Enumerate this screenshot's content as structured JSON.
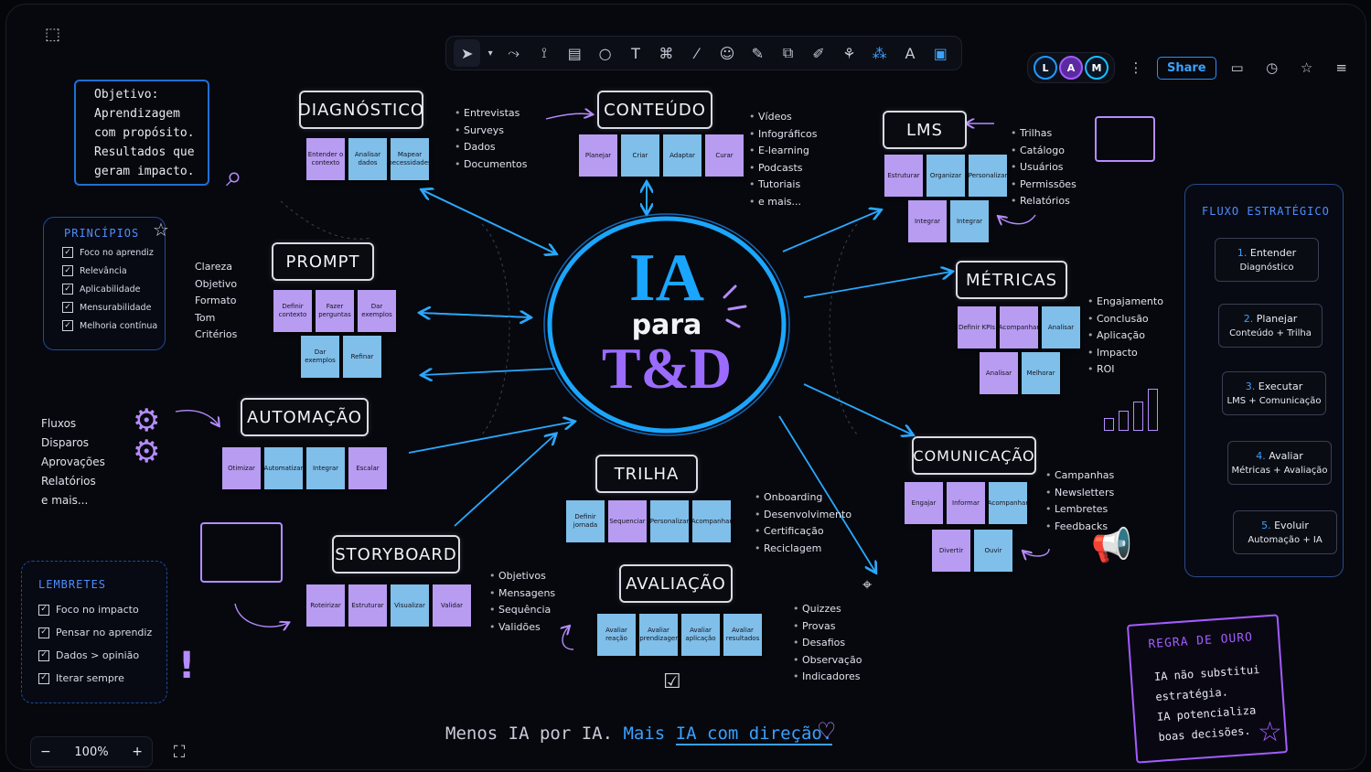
{
  "toolbar": {
    "tools": [
      "select",
      "lasso",
      "connector",
      "note",
      "circle",
      "text",
      "shapes",
      "line",
      "emoji",
      "pen",
      "frame",
      "pencil",
      "mindmap",
      "graph",
      "font",
      "image"
    ]
  },
  "topbar": {
    "avatars": [
      {
        "letter": "L",
        "color": "#1e9bff"
      },
      {
        "letter": "A",
        "color": "#a35cff"
      },
      {
        "letter": "M",
        "color": "#19c0ff"
      }
    ],
    "share_label": "Share"
  },
  "objective": {
    "lines": [
      "Objetivo:",
      "Aprendizagem",
      "com propósito.",
      "Resultados que",
      "geram impacto."
    ]
  },
  "principios": {
    "title": "PRINCÍPIOS",
    "items": [
      "Foco no aprendiz",
      "Relevância",
      "Aplicabilidade",
      "Mensurabilidade",
      "Melhoria contínua"
    ]
  },
  "lembretes": {
    "title": "LEMBRETES",
    "items": [
      "Foco no impacto",
      "Pensar no aprendiz",
      "Dados > opinião",
      "Iterar sempre"
    ]
  },
  "center": {
    "line1": "IA",
    "line2": "para",
    "line3": "T&D"
  },
  "diagnostico": {
    "title": "DIAGNÓSTICO",
    "notes": [
      "Entender o contexto",
      "Analisar dados",
      "Mapear necessidades"
    ],
    "list": [
      "Entrevistas",
      "Surveys",
      "Dados",
      "Documentos"
    ]
  },
  "conteudo": {
    "title": "CONTEÚDO",
    "notes": [
      "Planejar",
      "Criar",
      "Adaptar",
      "Curar"
    ],
    "list": [
      "Vídeos",
      "Infográficos",
      "E-learning",
      "Podcasts",
      "Tutoriais",
      "e mais..."
    ]
  },
  "lms": {
    "title": "LMS",
    "notes": [
      "Estruturar",
      "Organizar",
      "Personalizar",
      "Integrar",
      "Integrar"
    ],
    "list": [
      "Trilhas",
      "Catálogo",
      "Usuários",
      "Permissões",
      "Relatórios"
    ]
  },
  "prompt": {
    "title": "PROMPT",
    "notes": [
      "Definir contexto",
      "Fazer perguntas",
      "Dar exemplos",
      "Dar exemplos",
      "Refinar"
    ],
    "list": [
      "Clareza",
      "Objetivo",
      "Formato",
      "Tom",
      "Critérios"
    ]
  },
  "metricas": {
    "title": "MÉTRICAS",
    "notes": [
      "Definir KPIs",
      "Acompanhar",
      "Analisar",
      "Analisar",
      "Melhorar"
    ],
    "list": [
      "Engajamento",
      "Conclusão",
      "Aplicação",
      "Impacto",
      "ROI"
    ]
  },
  "automacao": {
    "title": "AUTOMAÇÃO",
    "notes": [
      "Otimizar",
      "Automatizar",
      "Integrar",
      "Escalar"
    ],
    "list": [
      "Fluxos",
      "Disparos",
      "Aprovações",
      "Relatórios",
      "e mais..."
    ]
  },
  "comunicacao": {
    "title": "COMUNICAÇÃO",
    "notes": [
      "Engajar",
      "Informar",
      "Acompanhar",
      "Divertir",
      "Ouvir"
    ],
    "list": [
      "Campanhas",
      "Newsletters",
      "Lembretes",
      "Feedbacks"
    ]
  },
  "trilha": {
    "title": "TRILHA",
    "notes": [
      "Definir jornada",
      "Sequenciar",
      "Personalizar",
      "Acompanhar"
    ],
    "list": [
      "Onboarding",
      "Desenvolvimento",
      "Certificação",
      "Reciclagem"
    ]
  },
  "storyboard": {
    "title": "STORYBOARD",
    "notes": [
      "Roteirizar",
      "Estruturar",
      "Visualizar",
      "Validar"
    ],
    "list": [
      "Objetivos",
      "Mensagens",
      "Sequência",
      "Validões"
    ]
  },
  "avaliacao": {
    "title": "AVALIAÇÃO",
    "notes": [
      "Avaliar reação",
      "Avaliar aprendizagem",
      "Avaliar aplicação",
      "Avaliar resultados"
    ],
    "list": [
      "Quizzes",
      "Provas",
      "Desafios",
      "Observação",
      "Indicadores"
    ]
  },
  "fluxo": {
    "title": "FLUXO ESTRATÉGICO",
    "steps": [
      {
        "n": "1.",
        "t": "Entender",
        "s": "Diagnóstico"
      },
      {
        "n": "2.",
        "t": "Planejar",
        "s": "Conteúdo + Trilha"
      },
      {
        "n": "3.",
        "t": "Executar",
        "s": "LMS + Comunicação"
      },
      {
        "n": "4.",
        "t": "Avaliar",
        "s": "Métricas + Avaliação"
      },
      {
        "n": "5.",
        "t": "Evoluir",
        "s": "Automação + IA"
      }
    ]
  },
  "regra": {
    "title": "REGRA DE OURO",
    "lines": [
      "IA não substitui",
      "estratégia.",
      "IA potencializa",
      "boas decisões."
    ]
  },
  "footer": {
    "part1": "Menos IA por IA.",
    "part2": "Mais",
    "part3": "IA com direção."
  },
  "zoom": {
    "minus": "−",
    "value": "100%",
    "plus": "+"
  },
  "colors": {
    "accent_blue": "#1e9bff",
    "accent_purple": "#a35cff",
    "note_purple": "#b89cf2",
    "note_blue": "#7fbfea"
  }
}
